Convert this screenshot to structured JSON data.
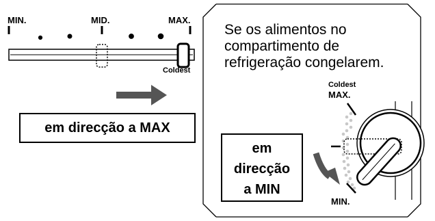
{
  "slider": {
    "min_label": "MIN.",
    "mid_label": "MID.",
    "max_label": "MAX.",
    "coldest_label": "Coldest",
    "setting": "MAX"
  },
  "left_box": {
    "text": "em direcção a MAX"
  },
  "right_panel": {
    "instruction_lines": [
      "Se os alimentos no",
      "compartimento de",
      "refrigeração congelarem."
    ],
    "coldest_label": "Coldest",
    "max_label": "MAX.",
    "min_label": "MIN.",
    "direction_lines": [
      "em",
      "direcção",
      "a MIN"
    ]
  },
  "colors": {
    "ink": "#000000",
    "arrow_gray": "#555555",
    "dot_gray": "#c8c8c8"
  },
  "icons": [
    "right-arrow-icon",
    "curved-arrow-icon",
    "dial-icon"
  ]
}
